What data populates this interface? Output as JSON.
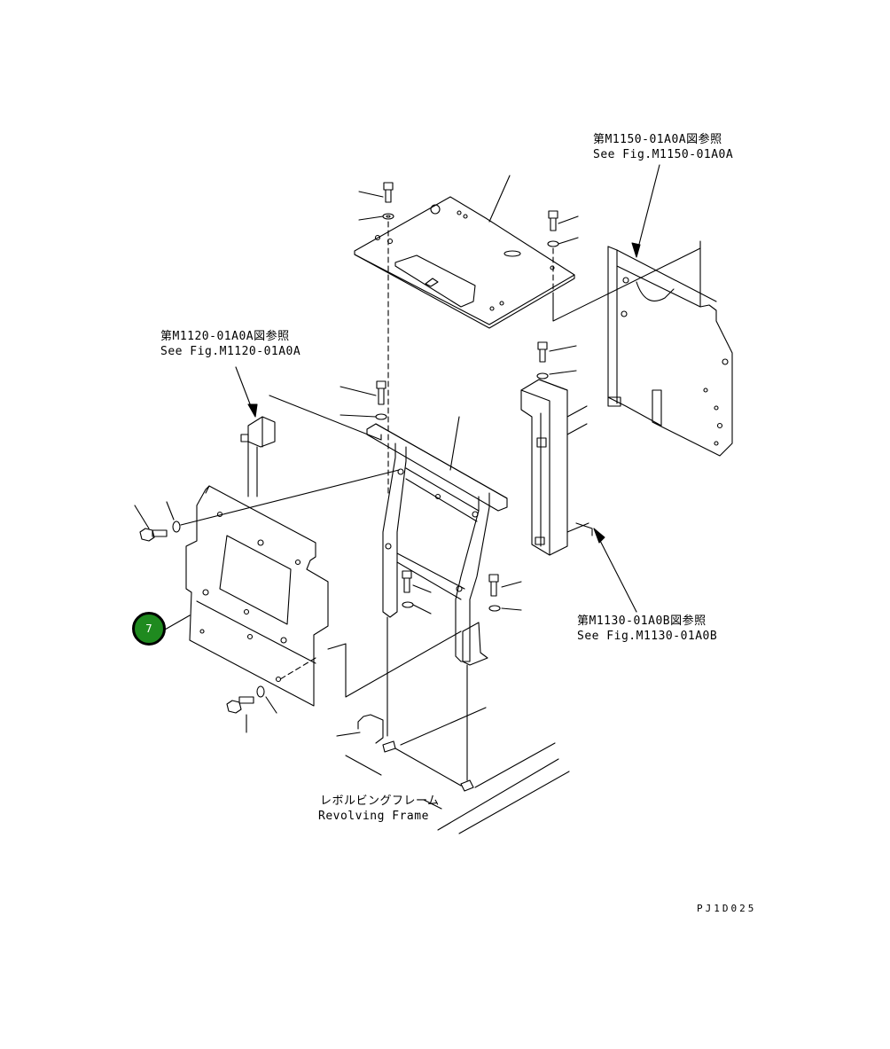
{
  "callouts": {
    "fig1150": {
      "jp": "第M1150-01A0A図参照",
      "en": "See Fig.M1150-01A0A"
    },
    "fig1120": {
      "jp": "第M1120-01A0A図参照",
      "en": "See Fig.M1120-01A0A"
    },
    "fig1130": {
      "jp": "第M1130-01A0B図参照",
      "en": "See Fig.M1130-01A0B"
    },
    "frame": {
      "jp": "レボルビングフレーム",
      "en": "Revolving Frame"
    }
  },
  "part_badge": {
    "number": "7",
    "color": "#1f8a1f"
  },
  "drawing_code": "PJ1D025"
}
